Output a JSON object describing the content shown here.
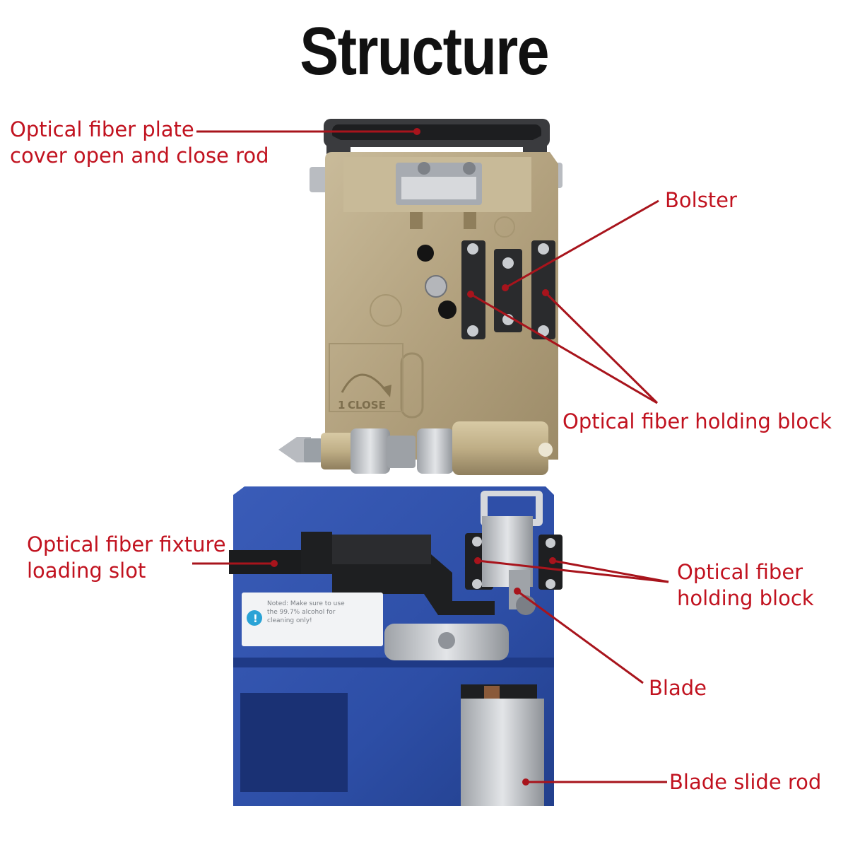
{
  "title": "Structure",
  "device_marking": "CLOSE",
  "device_marking_number": "1",
  "sticker_lines": [
    "Noted: Make sure to use",
    "the 99.7% alcohol for",
    "cleaning only!"
  ],
  "labels": {
    "plate_cover_rod_line1": "Optical fiber plate",
    "plate_cover_rod_line2": "cover open and close rod",
    "bolster": "Bolster",
    "holding_block_top": "Optical fiber holding block",
    "fixture_slot_line1": "Optical fiber fixture",
    "fixture_slot_line2": "loading slot",
    "holding_block_bottom_line1": "Optical fiber",
    "holding_block_bottom_line2": "holding block",
    "blade": "Blade",
    "blade_slide_rod": "Blade slide rod"
  },
  "colors": {
    "label_text": "#c1121f",
    "leader_line": "#a8141c",
    "title": "#111111",
    "base_blue": "#2f4fa8",
    "plate_gold": "#b7a786"
  }
}
